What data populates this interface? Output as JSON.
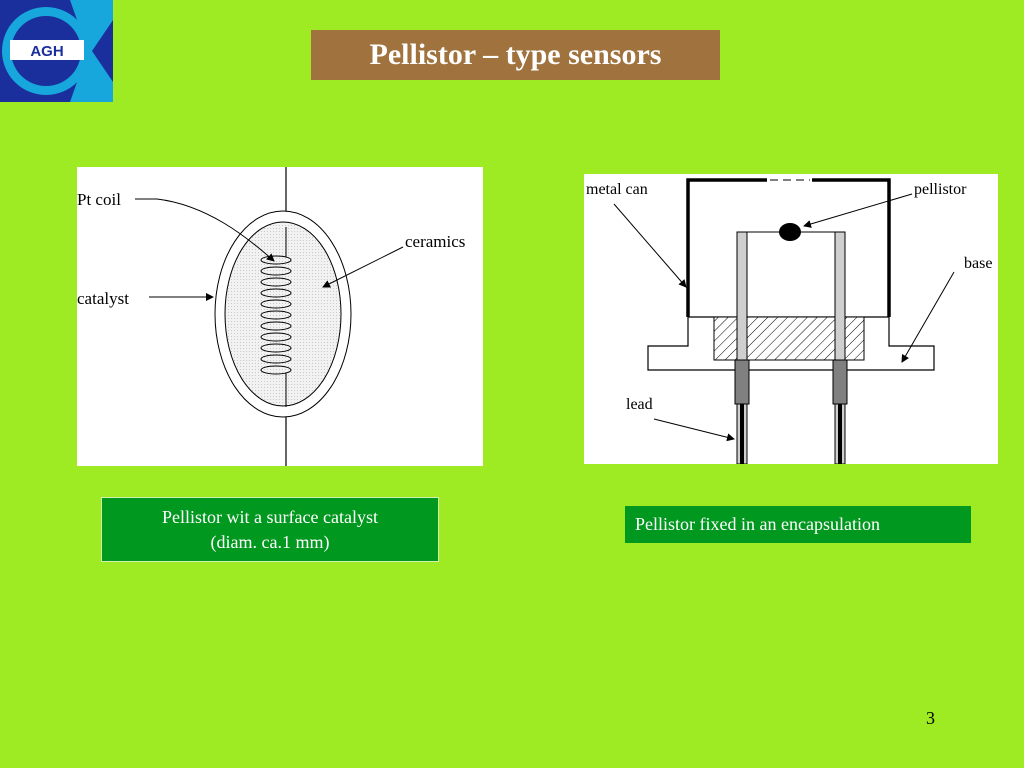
{
  "slide": {
    "title": "Pellistor – type sensors",
    "page_number": "3"
  },
  "logo": {
    "text": "AGH",
    "colors": {
      "blue": "#1a2f9c",
      "cyan": "#17a7dc",
      "white": "#ffffff"
    }
  },
  "left_figure": {
    "labels": {
      "pt_coil": "Pt coil",
      "ceramics": "ceramics",
      "catalyst": "catalyst"
    },
    "caption_line1": "Pellistor wit a surface catalyst",
    "caption_line2": "(diam. ca.1 mm)"
  },
  "right_figure": {
    "labels": {
      "metal_can": "metal can",
      "pellistor": "pellistor",
      "base": "base",
      "lead": "lead"
    },
    "caption": "Pellistor fixed in an encapsulation"
  },
  "colors": {
    "background": "#9eeb23",
    "title_box": "#a0733e",
    "caption_box": "#00981e"
  }
}
